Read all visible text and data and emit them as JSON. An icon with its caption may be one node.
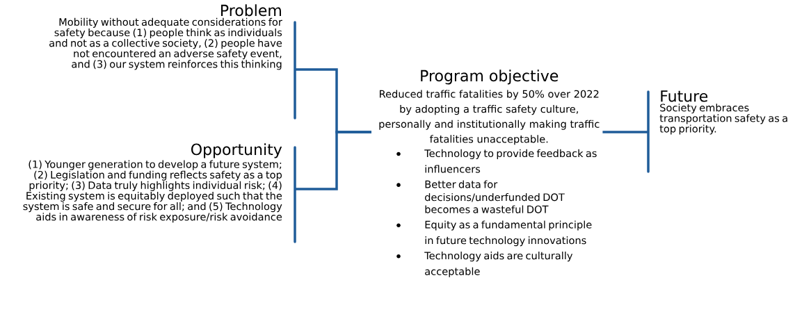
{
  "diagram": {
    "nodes": [
      {
        "text": [
          "Problem",
          "Mobility without adequate considerations for safety because (1) people think as individuals and not as a collective society, (2) people have not encountered an adverse safety event, and (3) our system reinforces this thinking"
        ]
      },
      {
        "text": [
          "Opportunity",
          "(1) Younger generation to develop a future system; (2) Legislation and funding reflects safety as a top priority; (3) Data truly highlights individual risk; (4) Existing system is equitably deployed such that the system is safe and secure for all; and (5) Technology aids in awareness of risk exposure/risk avoidance"
        ]
      },
      {
        "text": [
          "Program objective",
          "Reduced traffic fatalities by 50% over 2022 by adopting a traffic safety culture, personally and institutionally making traffic fatalities unacceptable.",
          "Technology to provide feedback as influencers",
          "Better data for decisions/underfunded DOT becomes a wasteful DOT",
          "Equity as a fundamental principle in future technology innovations",
          "Technology aids are culturally acceptable"
        ]
      },
      {
        "text": [
          "Future",
          "Society embraces transportation safety as a top priority."
        ]
      }
    ],
    "edges": [
      {
        "from": 0,
        "to": 2,
        "arrow": "none"
      },
      {
        "from": 1,
        "to": 2,
        "arrow": "none"
      },
      {
        "from": 2,
        "to": 3,
        "arrow": "none"
      }
    ]
  }
}
